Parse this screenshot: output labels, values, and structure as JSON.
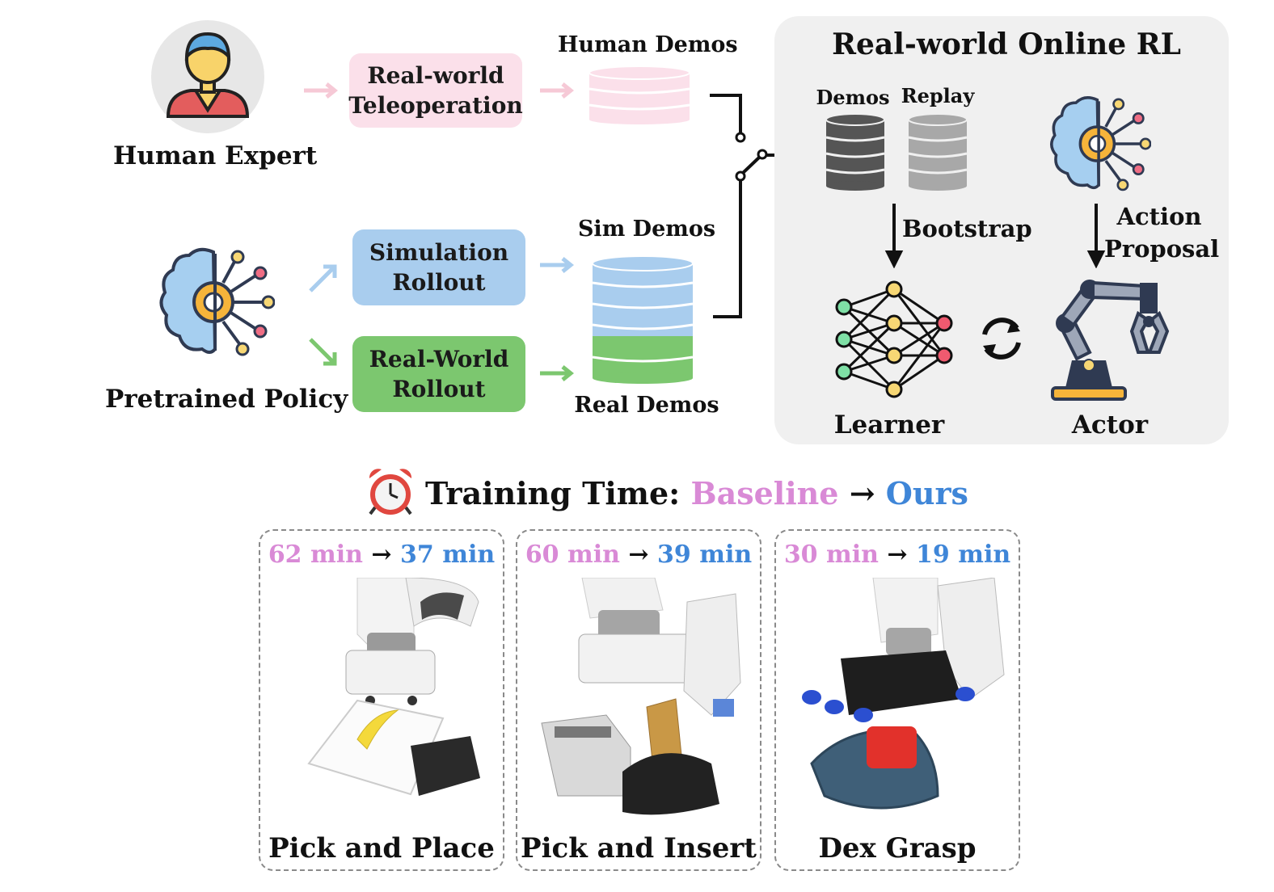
{
  "colors": {
    "baseline": "#d98ad6",
    "ours": "#3f86d8",
    "teleop_box": "#fbe0ea",
    "sim_box": "#a9cdee",
    "real_box": "#7cc76f",
    "panel": "#f0f0f0"
  },
  "left": {
    "human_expert_label": "Human Expert",
    "pretrained_policy_label": "Pretrained Policy",
    "teleop_box": [
      "Real-world",
      "Teleoperation"
    ],
    "sim_box": [
      "Simulation",
      "Rollout"
    ],
    "real_box": [
      "Real-World",
      "Rollout"
    ],
    "human_demos_label": "Human Demos",
    "sim_demos_label": "Sim Demos",
    "real_demos_label": "Real Demos"
  },
  "rl": {
    "title": "Real-world Online RL",
    "demos_label": "Demos",
    "replay_label": "Replay",
    "bootstrap_label": "Bootstrap",
    "action_proposal_label": [
      "Action",
      "Proposal"
    ],
    "learner_label": "Learner",
    "actor_label": "Actor"
  },
  "training": {
    "clock_icon": "alarm-clock-icon",
    "prefix": "Training Time:",
    "baseline_word": "Baseline",
    "arrow": "→",
    "ours_word": "Ours"
  },
  "tasks": [
    {
      "baseline": "62 min",
      "arrow": "→",
      "ours": "37 min",
      "name": "Pick and Place"
    },
    {
      "baseline": "60 min",
      "arrow": "→",
      "ours": "39 min",
      "name": "Pick and Insert"
    },
    {
      "baseline": "30 min",
      "arrow": "→",
      "ours": "19 min",
      "name": "Dex Grasp"
    }
  ]
}
